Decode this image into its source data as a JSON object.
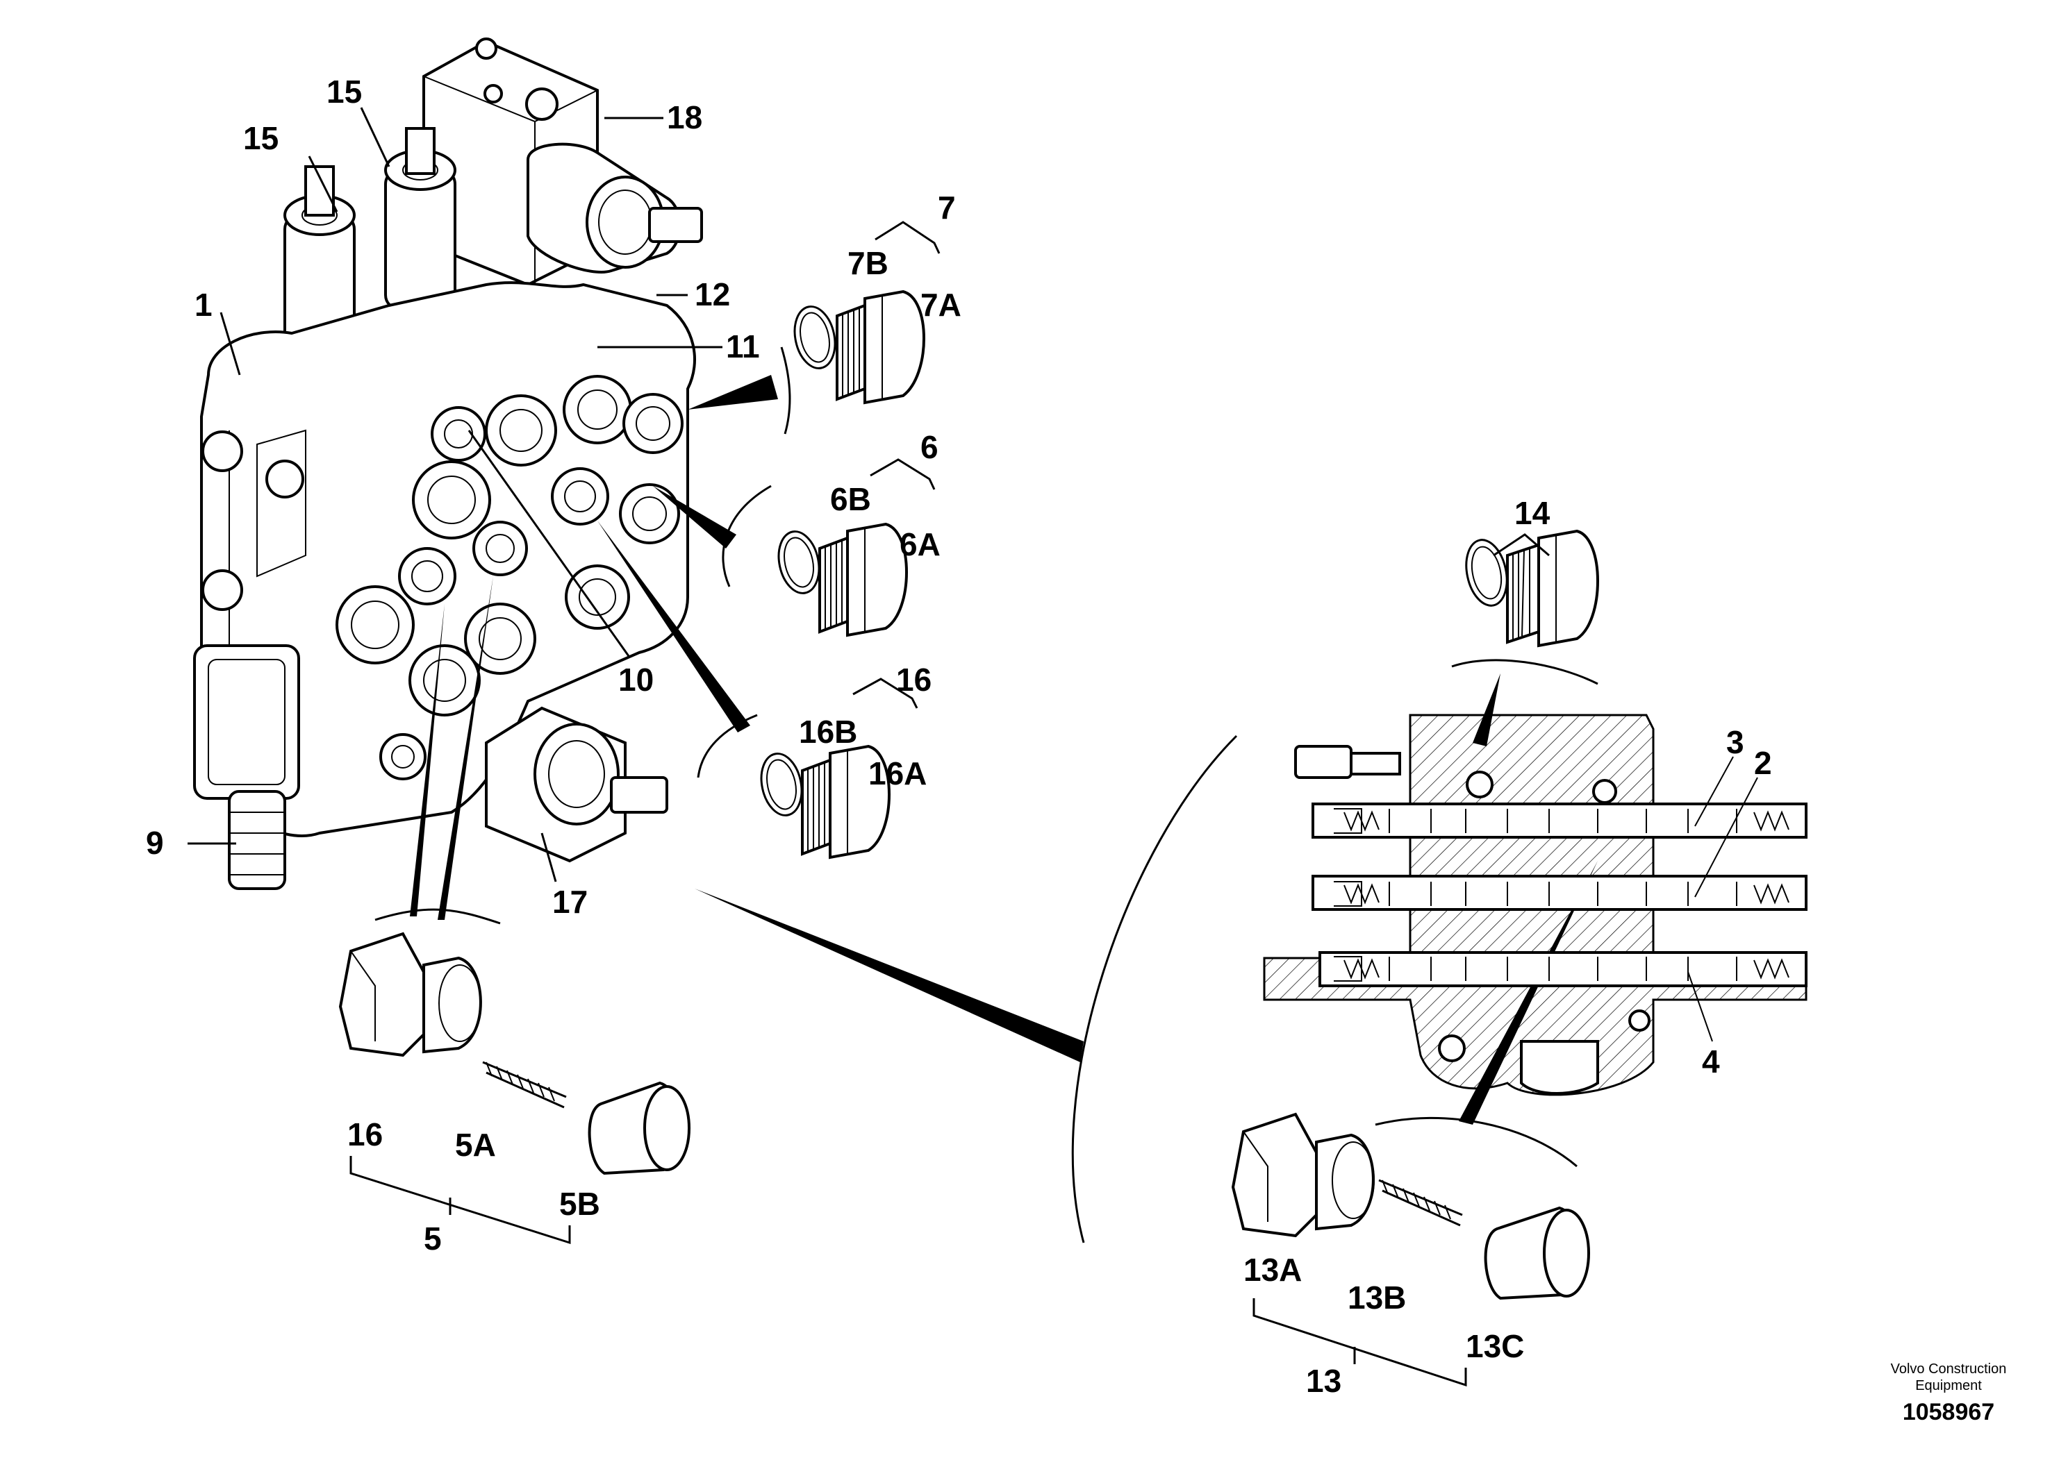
{
  "labels": {
    "l1": "1",
    "l2": "2",
    "l3": "3",
    "l4": "4",
    "l5": "5",
    "l5A": "5A",
    "l5B": "5B",
    "l6": "6",
    "l6A": "6A",
    "l6B": "6B",
    "l7": "7",
    "l7A": "7A",
    "l7B": "7B",
    "l9": "9",
    "l10": "10",
    "l11": "11",
    "l12": "12",
    "l13": "13",
    "l13A": "13A",
    "l13B": "13B",
    "l13C": "13C",
    "l14": "14",
    "l15a": "15",
    "l15b": "15",
    "l16a": "16",
    "l16A": "16A",
    "l16B": "16B",
    "l16b": "16",
    "l17": "17",
    "l18": "18"
  },
  "footer": {
    "company_line1": "Volvo Construction",
    "company_line2": "Equipment",
    "doc_number": "1058967"
  }
}
